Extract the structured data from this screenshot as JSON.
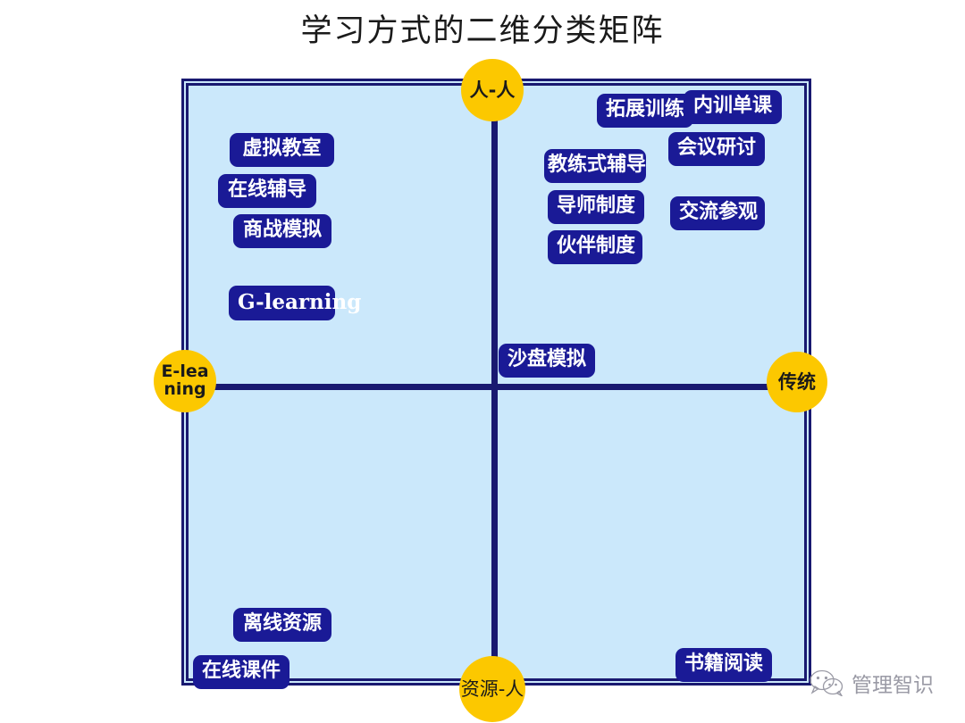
{
  "title": "学习方式的二维分类矩阵",
  "colors": {
    "quadrant_background": "#cbe8fb",
    "frame_border": "#191970",
    "axis_line": "#191970",
    "bubble_fill": "#fcc800",
    "chip_fill": "#1a1a96",
    "chip_text": "#ffffff",
    "title_text": "#1a1a1a",
    "watermark_text": "#9a9aa5",
    "page_background": "#ffffff"
  },
  "axes": {
    "top_label": "人-人",
    "bottom_label": "资源-人",
    "left_label": "E-lea\nning",
    "right_label": "传统"
  },
  "quadrants": {
    "top_left": {
      "name": "E-learning / 人-人",
      "items": [
        "虚拟教室",
        "在线辅导",
        "商战模拟",
        "G-learning"
      ]
    },
    "top_right": {
      "name": "传统 / 人-人",
      "items": [
        "拓展训练",
        "内训单课",
        "会议研讨",
        "教练式辅导",
        "导师制度",
        "交流参观",
        "伙伴制度",
        "沙盘模拟"
      ]
    },
    "bottom_left": {
      "name": "E-learning / 资源-人",
      "items": [
        "离线资源",
        "在线课件"
      ]
    },
    "bottom_right": {
      "name": "传统 / 资源-人",
      "items": [
        "书籍阅读"
      ]
    }
  },
  "items": {
    "xuni_jiaoshi": "虚拟教室",
    "zaixian_fudao": "在线辅导",
    "shangzhan_moni": "商战模拟",
    "g_learning": "G-learning",
    "tuozhan_xunlian": "拓展训练",
    "neixun_danke": "内训单课",
    "huiyi_yantao": "会议研讨",
    "jiaolianshi_fudao": "教练式辅导",
    "daoshi_zhidu": "导师制度",
    "jiaoliu_canguan": "交流参观",
    "huoban_zhidu": "伙伴制度",
    "shapan_moni": "沙盘模拟",
    "lixian_ziyuan": "离线资源",
    "zaixian_kejian": "在线课件",
    "shuji_yuedu": "书籍阅读"
  },
  "watermark": {
    "icon": "wechat-icon",
    "label": "管理智识"
  }
}
